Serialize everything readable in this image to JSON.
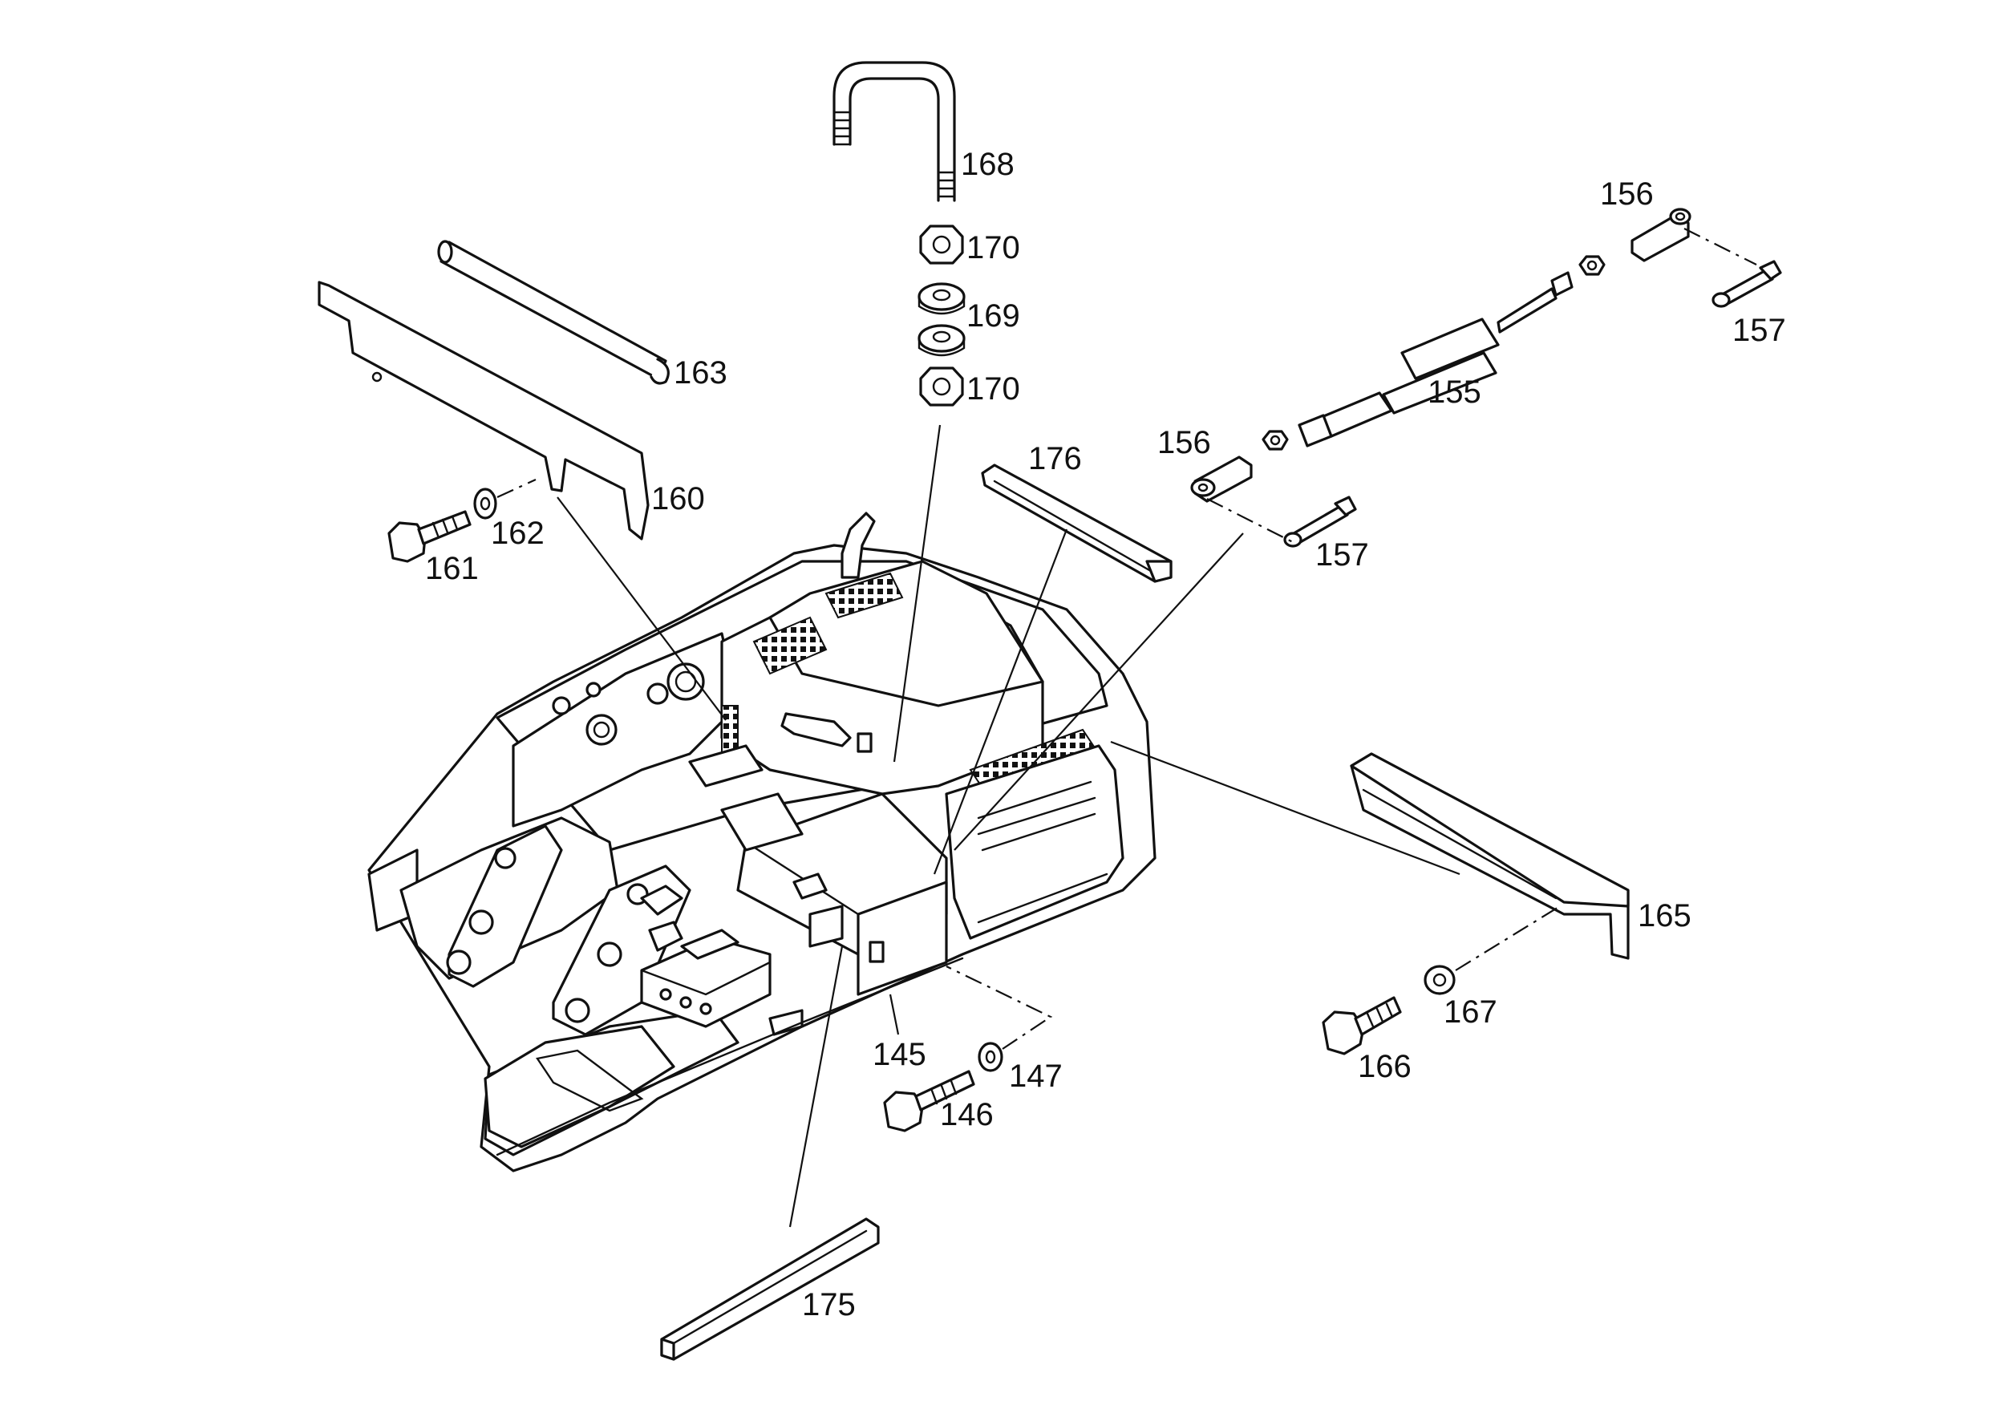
{
  "figure": {
    "callouts": {
      "c145": "145",
      "c146": "146",
      "c147": "147",
      "c155": "155",
      "c156a": "156",
      "c156b": "156",
      "c157a": "157",
      "c157b": "157",
      "c160": "160",
      "c161": "161",
      "c162": "162",
      "c163": "163",
      "c165": "165",
      "c166": "166",
      "c167": "167",
      "c168": "168",
      "c169": "169",
      "c170a": "170",
      "c170b": "170",
      "c175": "175",
      "c176": "176"
    }
  }
}
